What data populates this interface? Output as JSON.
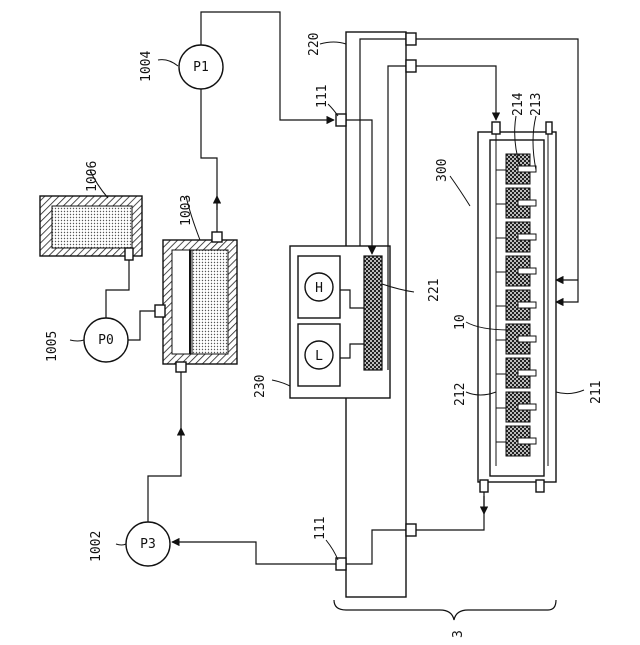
{
  "labels": {
    "p1_id": "1004",
    "p0_id": "1005",
    "p3_id": "1002",
    "tank_1006": "1006",
    "cyl_1003": "1003",
    "manifold_220": "220",
    "port_111_top": "111",
    "port_111_bot": "111",
    "ctrl_230": "230",
    "heater_221": "221",
    "head_300": "300",
    "lbl_214": "214",
    "lbl_213": "213",
    "lbl_10": "10",
    "lbl_212": "212",
    "lbl_211": "211",
    "lbl_3": "3"
  },
  "pumps": {
    "p1": "P1",
    "p0": "P0",
    "p3": "P3"
  },
  "sensors": {
    "h": "H",
    "l": "L"
  }
}
